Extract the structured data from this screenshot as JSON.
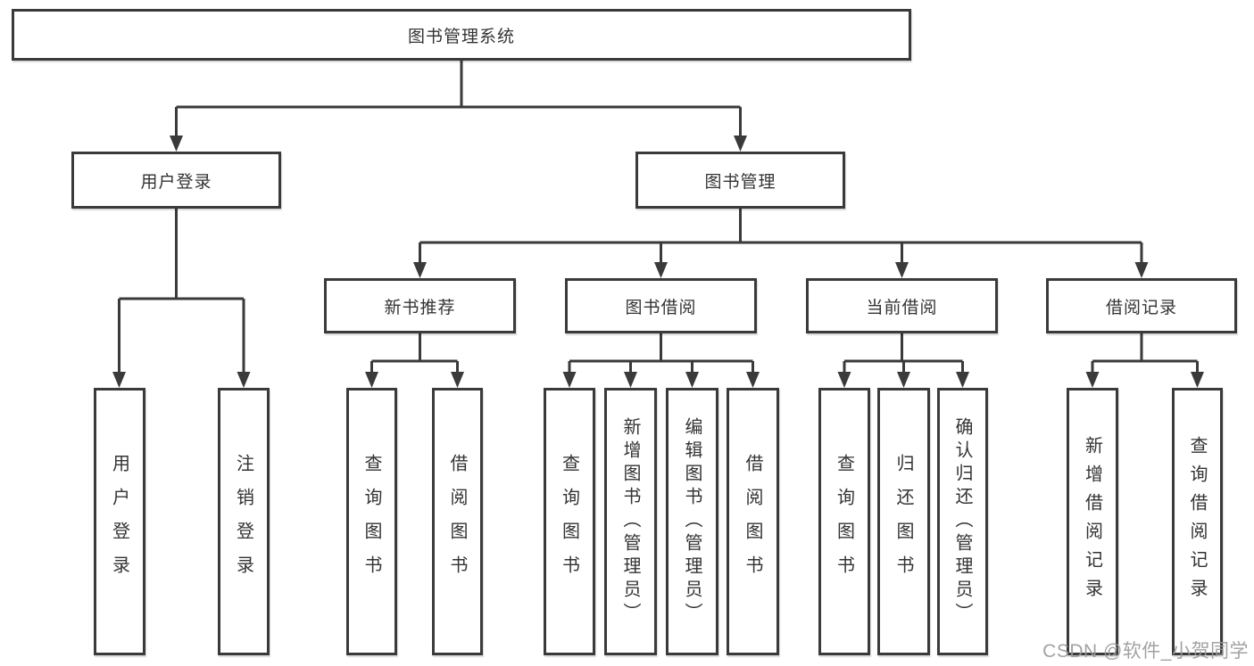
{
  "nodes": {
    "root": "图书管理系统",
    "user_login": "用户登录",
    "book_mgmt": "图书管理",
    "new_book_rec": "新书推荐",
    "book_borrow": "图书借阅",
    "current_borrow": "当前借阅",
    "borrow_records": "借阅记录",
    "leaf_user_login": "用户登录",
    "leaf_logout": "注销登录",
    "leaf_query_book_1": "查询图书",
    "leaf_borrow_book_1": "借阅图书",
    "leaf_query_book_2": "查询图书",
    "leaf_add_book": "新增图书（管理员）",
    "leaf_edit_book": "编辑图书（管理员）",
    "leaf_borrow_book_2": "借阅图书",
    "leaf_query_book_3": "查询图书",
    "leaf_return_book": "归还图书",
    "leaf_confirm_return": "确认归还（管理员）",
    "leaf_add_record": "新增借阅记录",
    "leaf_query_record": "查询借阅记录"
  },
  "watermark": "CSDN @软件_小贺同学",
  "colors": {
    "line": "#3a3a3a",
    "text": "#333333",
    "watermark": "#9b9b9b",
    "background": "#ffffff"
  }
}
